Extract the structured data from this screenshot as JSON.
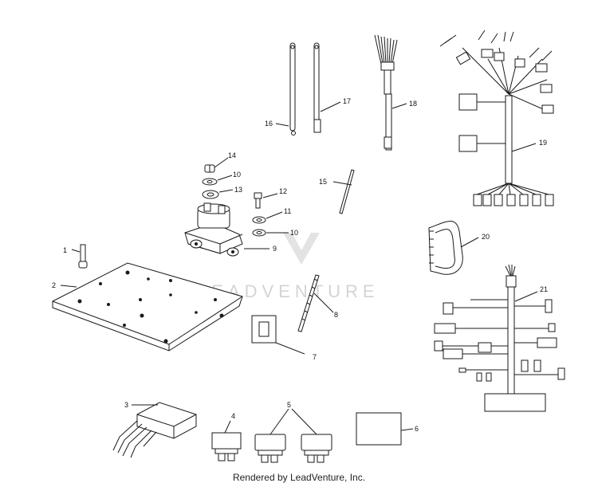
{
  "diagram": {
    "callouts": [
      "1",
      "2",
      "3",
      "4",
      "5",
      "6",
      "7",
      "8",
      "9",
      "10",
      "10",
      "11",
      "12",
      "13",
      "14",
      "15",
      "16",
      "17",
      "18",
      "19",
      "20",
      "21"
    ]
  },
  "watermark": {
    "text": "LEADVENTURE"
  },
  "footer": {
    "caption": "Rendered by LeadVenture, Inc."
  },
  "colors": {
    "line": "#1a1a1a",
    "watermark": "#d4d4d4",
    "background": "#ffffff"
  }
}
